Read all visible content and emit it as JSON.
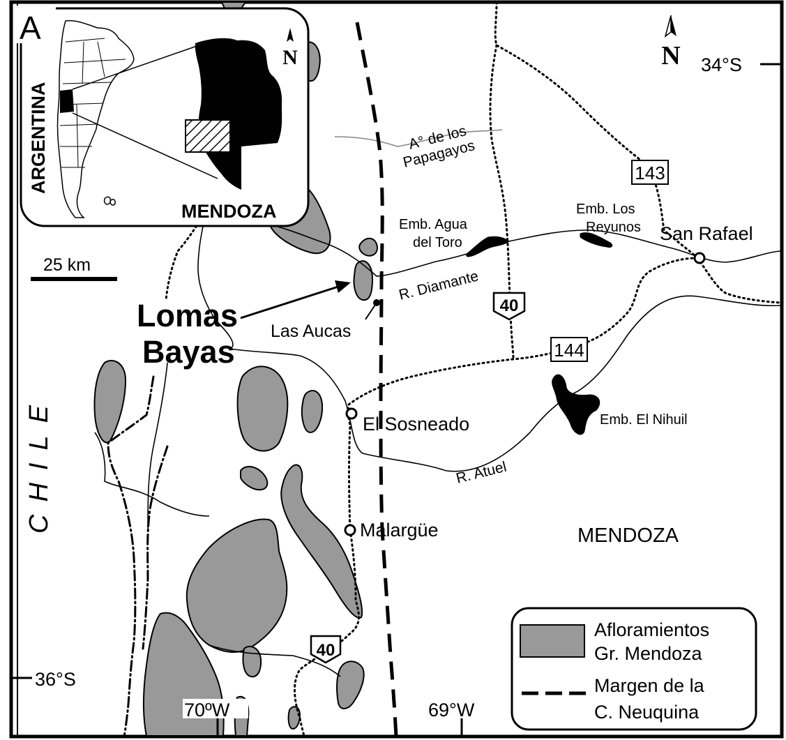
{
  "panel_letter": "A",
  "inset": {
    "country": "ARGENTINA",
    "province": "MENDOZA",
    "north": "N"
  },
  "north_main": "N",
  "scale_bar": {
    "label": "25 km",
    "km": 25
  },
  "coordinates": {
    "lat_top": "34°S",
    "lat_bottom": "36°S",
    "lon_left": "70ºW",
    "lon_right": "69°W"
  },
  "country_label": "CHILE",
  "region_label": "MENDOZA",
  "site": {
    "name_line1": "Lomas",
    "name_line2": "Bayas",
    "locality": "Las Aucas"
  },
  "towns": {
    "san_rafael": "San Rafael",
    "el_sosneado": "El Sosneado",
    "malargue": "Malargüe"
  },
  "reservoirs": {
    "agua_del_toro_1": "Emb. Agua",
    "agua_del_toro_2": "del Toro",
    "los_reyunos_1": "Emb. Los",
    "los_reyunos_2": "Reyunos",
    "el_nihuil": "Emb. El Nihuil"
  },
  "rivers": {
    "papagayos_1": "A° de los",
    "papagayos_2": "Papagayos",
    "diamante": "R. Diamante",
    "atuel": "R. Atuel"
  },
  "routes": {
    "r143": "143",
    "r144": "144",
    "r40a": "40",
    "r40b": "40"
  },
  "legend": {
    "outcrops_1": "Afloramientos",
    "outcrops_2": "Gr. Mendoza",
    "margin_1": "Margen de la",
    "margin_2": "C. Neuquina"
  },
  "colors": {
    "outcrop": "#999999",
    "water": "#000000",
    "line": "#000000"
  }
}
